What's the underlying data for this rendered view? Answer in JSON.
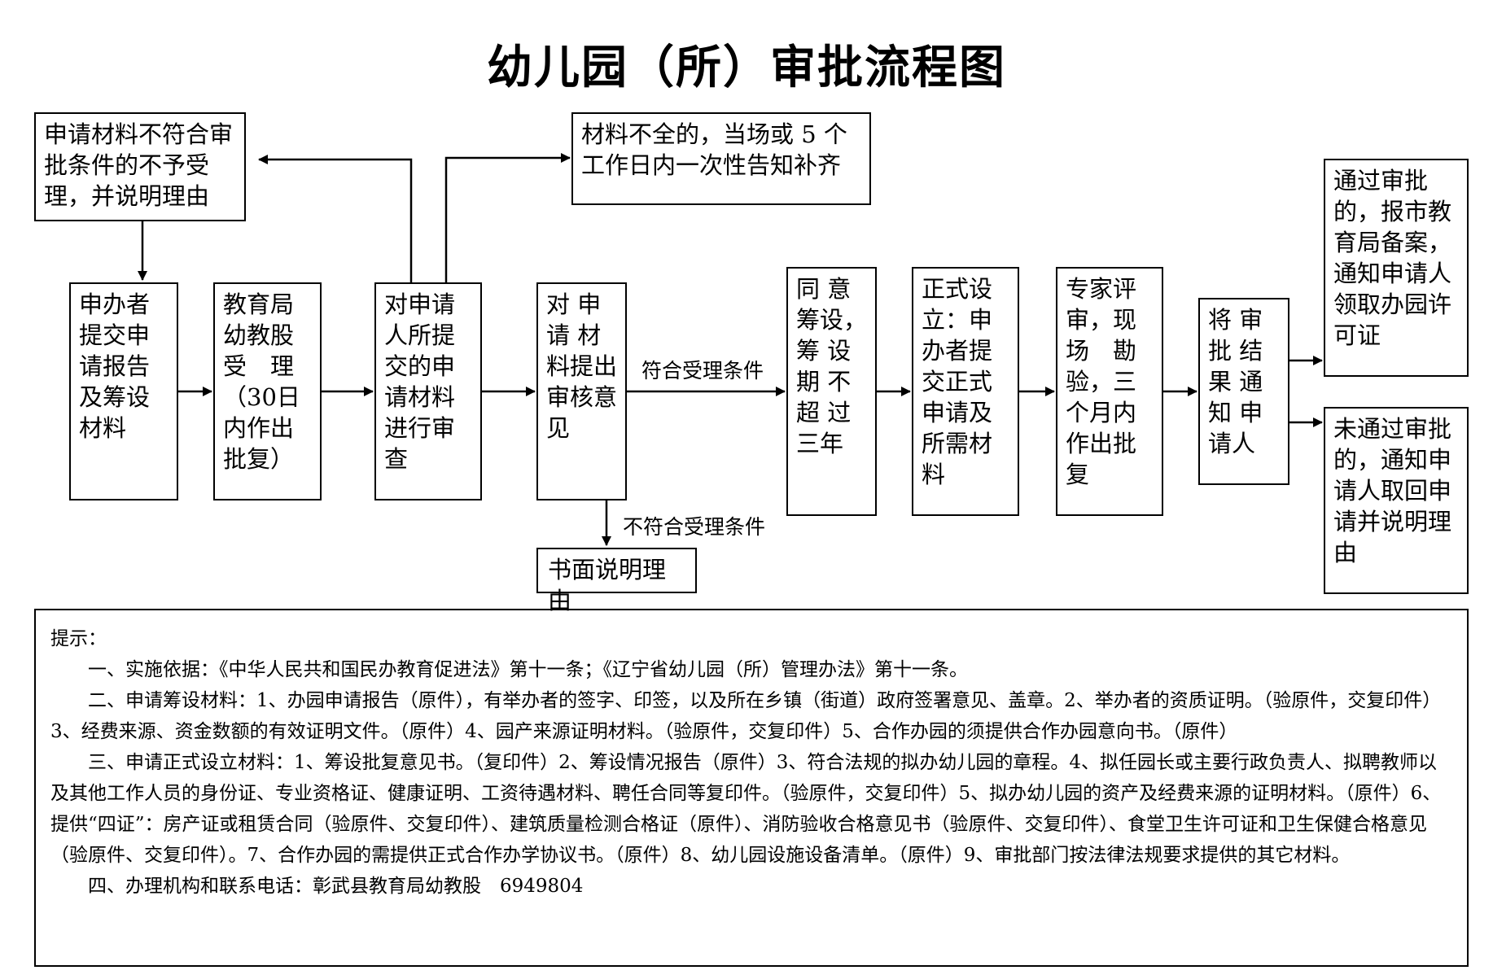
{
  "title": "幼儿园（所）审批流程图",
  "boxes": {
    "reject": "申请材料不符合审批条件的不予受理，并说明理由",
    "incomplete": "材料不全的，当场或 5 个工作日内一次性告知补齐",
    "submit": "申办者提交申请报告及筹设材料",
    "accept": "教育局幼教股受　理（30日内作出批复）",
    "review": "对申请人所提交的申请材料进行审查",
    "opinion": "对 申请 材料提出 审核意见",
    "written": "书面说明理由",
    "approve_prep": "同 意筹设，筹 设期 不超 过三年",
    "formal": "正式设立：申办者提交正式申请及所需材料",
    "expert": "专家评审，现场　勘验，三个月内作出批复",
    "notify": "将 审批 结果 通知 申请人",
    "passed": "通过审批的，报市教育局备案，通知申请人领取办园许可证",
    "failed": "未通过审批的，通知申请人取回申请并说明理由"
  },
  "labels": {
    "meets": "符合受理条件",
    "not_meets": "不符合受理条件"
  },
  "notes": {
    "heading": "提示：",
    "items": [
      "一、实施依据：《中华人民共和国民办教育促进法》第十一条；《辽宁省幼儿园（所）管理办法》第十一条。",
      "二、申请筹设材料：1、办园申请报告（原件），有举办者的签字、印签，以及所在乡镇（街道）政府签署意见、盖章。2、举办者的资质证明。（验原件，交复印件）3、经费来源、资金数额的有效证明文件。（原件）4、园产来源证明材料。（验原件，交复印件）5、合作办园的须提供合作办园意向书。（原件）",
      "三、申请正式设立材料：1、筹设批复意见书。（复印件）2、筹设情况报告（原件）3、符合法规的拟办幼儿园的章程。4、拟任园长或主要行政负责人、拟聘教师以及其他工作人员的身份证、专业资格证、健康证明、工资待遇材料、聘任合同等复印件。（验原件，交复印件）5、拟办幼儿园的资产及经费来源的证明材料。（原件）6、提供“四证”：房产证或租赁合同（验原件、交复印件）、建筑质量检测合格证（原件）、消防验收合格意见书（验原件、交复印件）、食堂卫生许可证和卫生保健合格意见（验原件、交复印件）。7、合作办园的需提供正式合作办学协议书。（原件）8、幼儿园设施设备清单。（原件）9、审批部门按法律法规要求提供的其它材料。",
      "四、办理机构和联系电话：彰武县教育局幼教股　6949804"
    ]
  }
}
